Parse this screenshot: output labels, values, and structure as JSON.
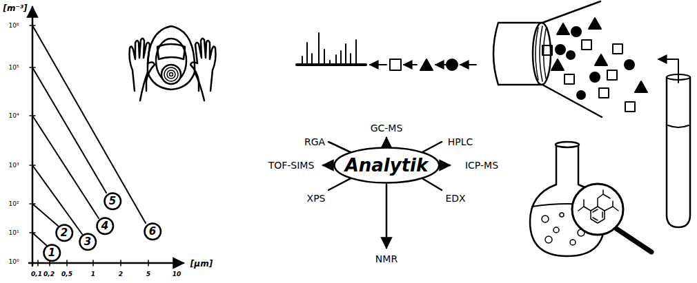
{
  "diagram": {
    "nodes": [
      {
        "text": [
          "1"
        ]
      },
      {
        "text": [
          "2"
        ]
      },
      {
        "text": [
          "3"
        ]
      },
      {
        "text": [
          "4"
        ]
      },
      {
        "text": [
          "5"
        ]
      },
      {
        "text": [
          "6"
        ]
      },
      {
        "text": [
          "Analytik"
        ]
      }
    ],
    "labels": [
      "[m⁻³]",
      "10⁶",
      "10⁵",
      "10⁴",
      "10³",
      "10²",
      "10¹",
      "10⁰",
      "0,1",
      "0,2",
      "0,5",
      "1",
      "2",
      "5",
      "10",
      "[μm]",
      "GC-MS",
      "HPLC",
      "ICP-MS",
      "EDX",
      "NMR",
      "XPS",
      "TOF-SIMS",
      "RGA"
    ]
  }
}
